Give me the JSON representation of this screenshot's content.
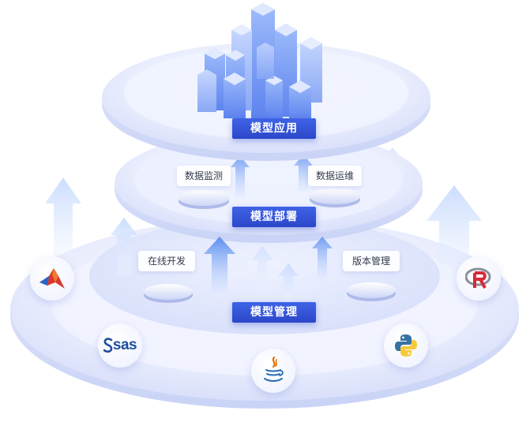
{
  "layers": {
    "top": "模型应用",
    "middle": "模型部署",
    "bottom": "模型管理"
  },
  "chips": {
    "data_monitor": "数据监测",
    "data_ops": "数据运维",
    "online_dev": "在线开发",
    "version_mgmt": "版本管理"
  },
  "logos": {
    "sas": "sas"
  },
  "colors": {
    "label_blue": "#2f4ed0",
    "disc_light": "#eef1ff",
    "building_blue": "#7c9ef5",
    "arrow_blue": "#8fb2f7"
  },
  "icons": [
    "matlab-icon",
    "sas-icon",
    "java-icon",
    "python-icon",
    "r-language-icon"
  ]
}
